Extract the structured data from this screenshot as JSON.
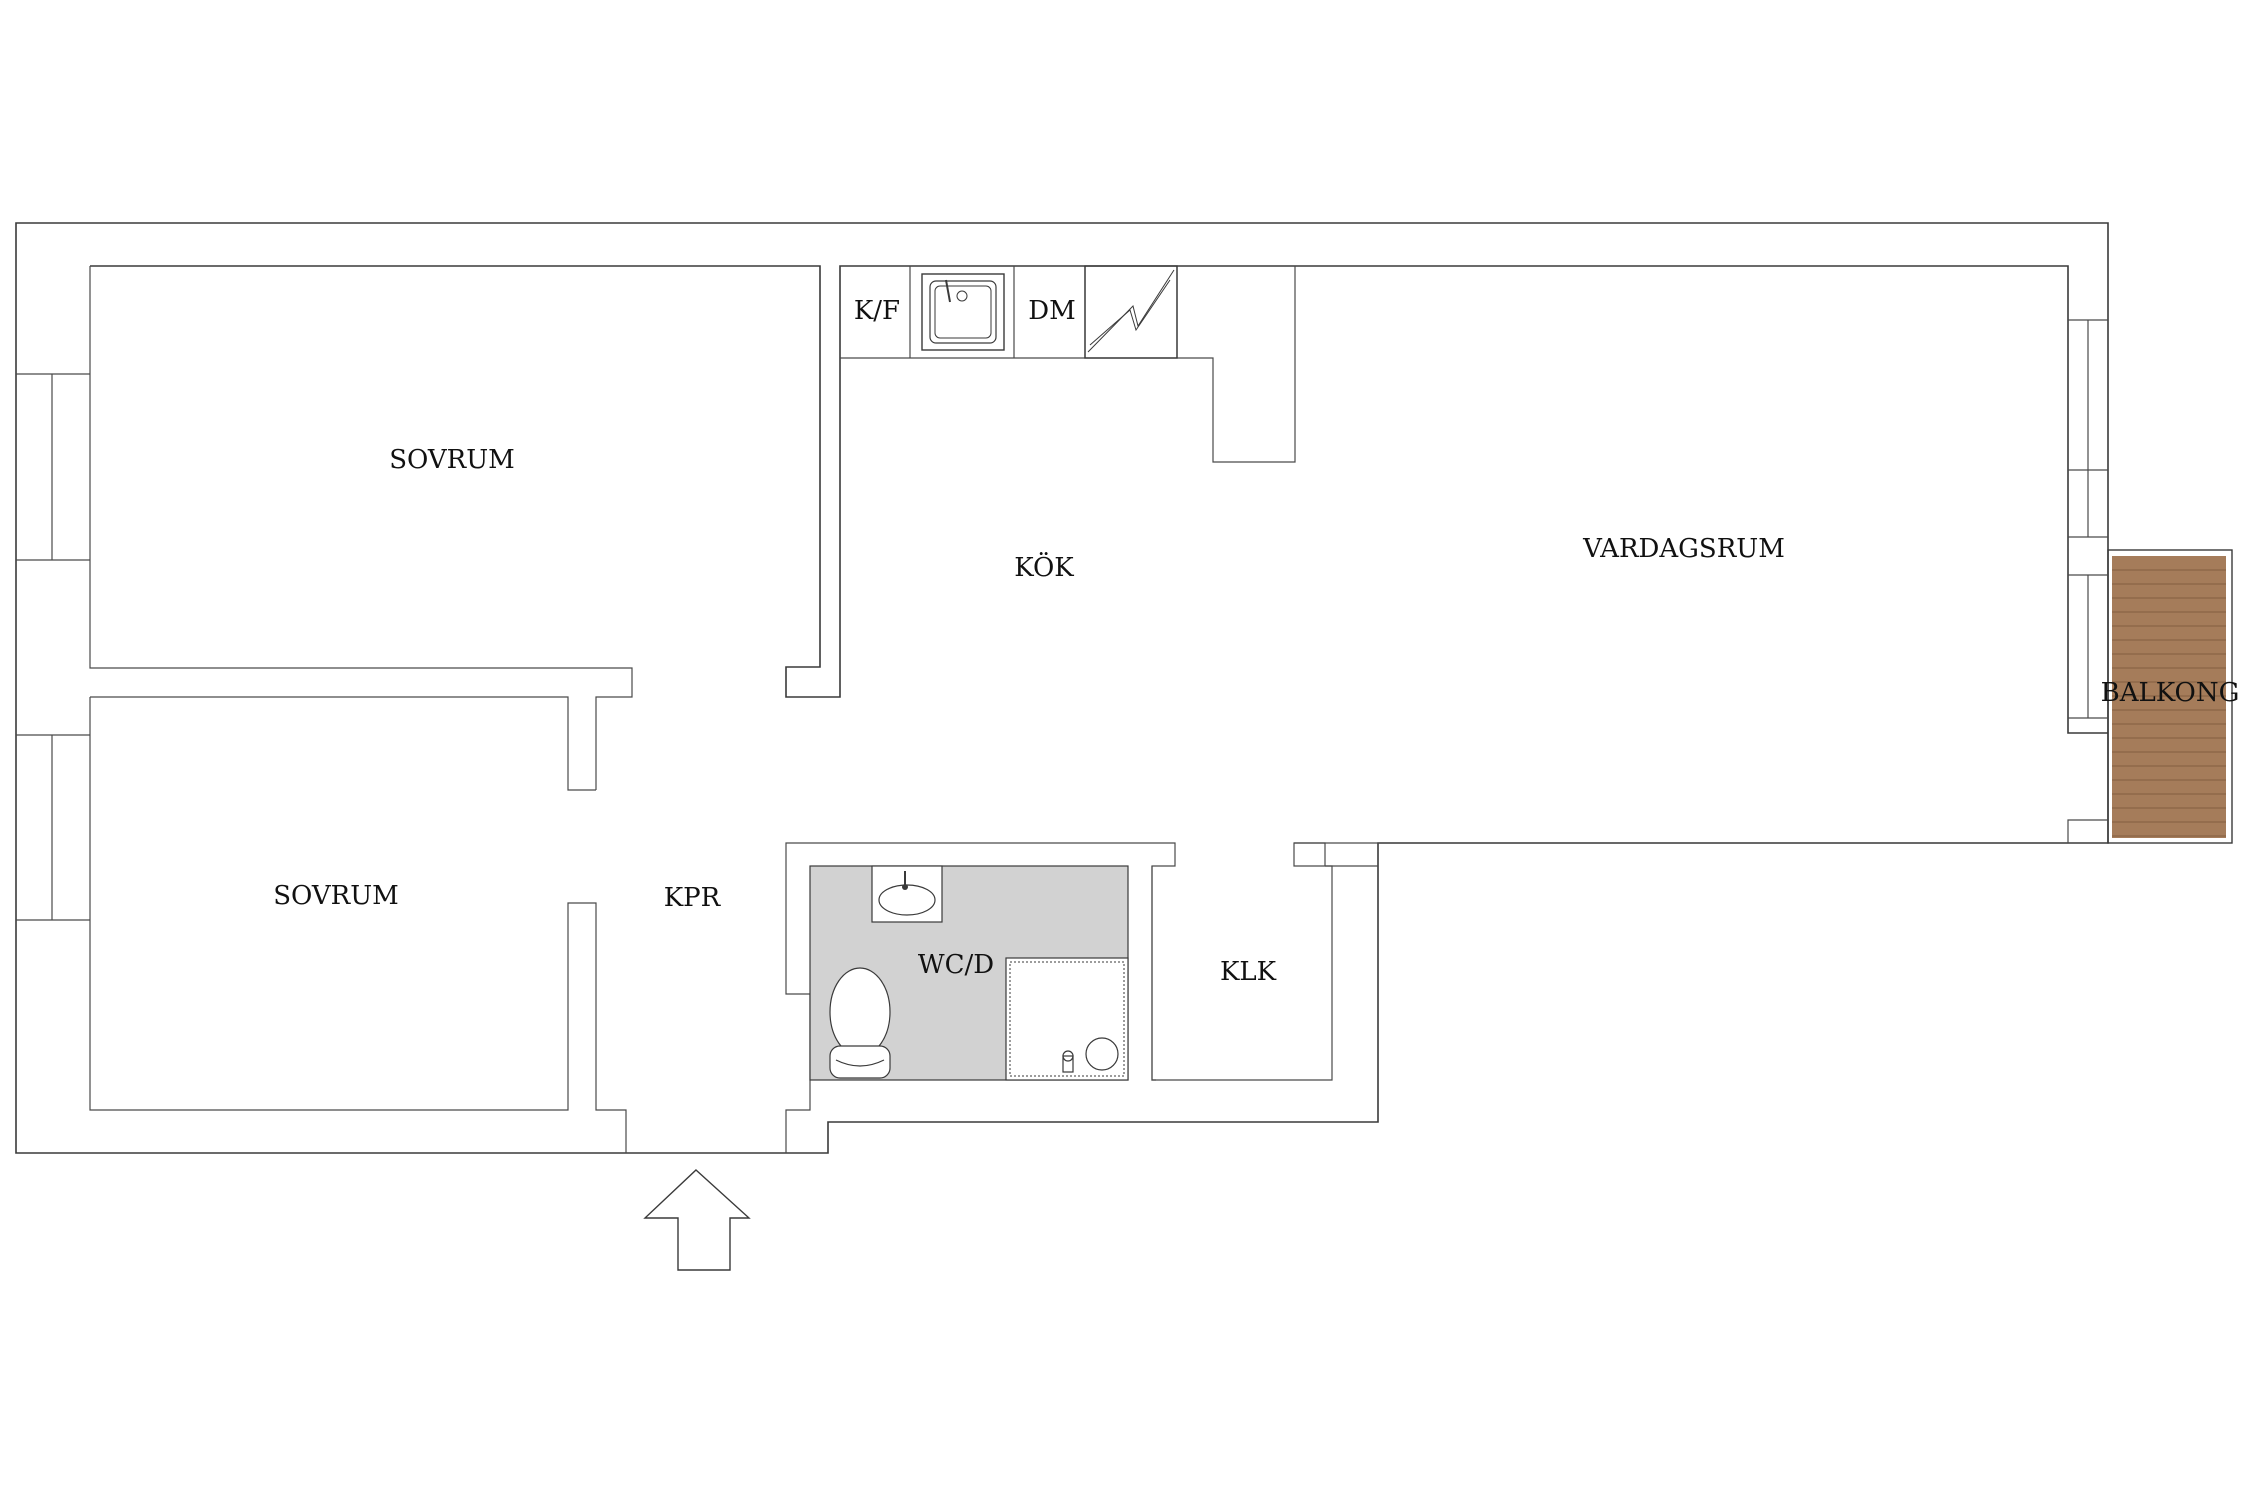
{
  "floorplan": {
    "rooms": {
      "sovrum_top": "SOVRUM",
      "sovrum_bottom": "SOVRUM",
      "kok": "KÖK",
      "vardagsrum": "VARDAGSRUM",
      "balkong": "BALKONG",
      "kpr": "KPR",
      "wc": "WC/D",
      "klk": "KLK",
      "kf": "K/F",
      "dm": "DM"
    },
    "colors": {
      "wall": "#3a3a3a",
      "bathroom_floor": "#d2d2d2",
      "balcony_wood": "#a57c5a",
      "background": "#ffffff"
    },
    "icons": [
      "entrance-arrow-icon",
      "sink-icon",
      "stove-icon",
      "washbasin-icon",
      "toilet-icon",
      "shower-icon"
    ]
  }
}
